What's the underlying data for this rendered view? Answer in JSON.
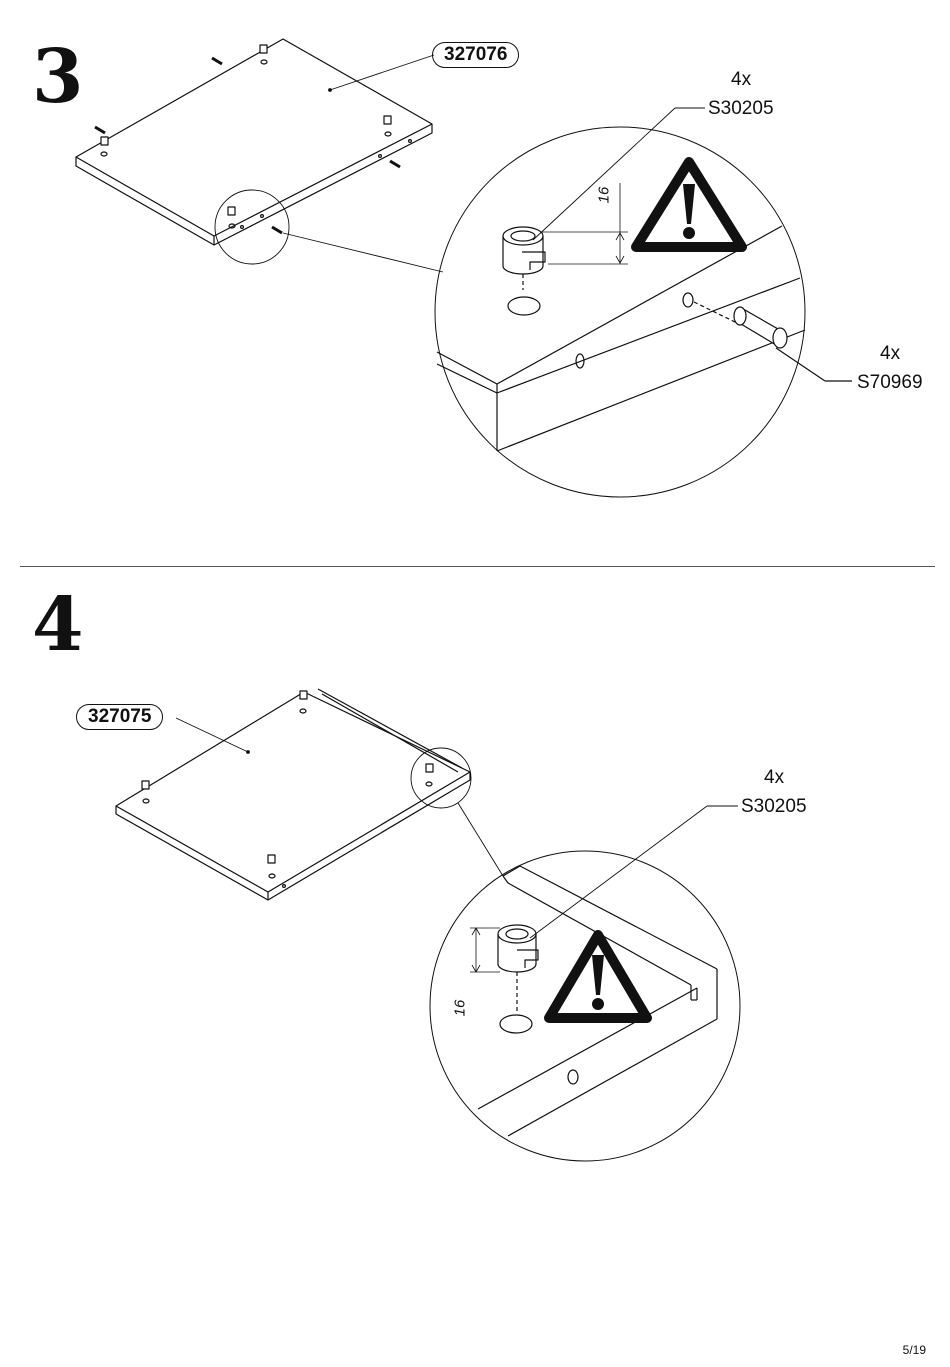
{
  "page": {
    "number": "5/19"
  },
  "step3": {
    "step_number": "3",
    "panel_part": "327076",
    "cam_qty": "4x",
    "cam_part": "S30205",
    "dim_label": "16",
    "dowel_qty": "4x",
    "dowel_part": "S70969"
  },
  "step4": {
    "step_number": "4",
    "panel_part": "327075",
    "cam_qty": "4x",
    "cam_part": "S30205",
    "dim_label": "16"
  }
}
